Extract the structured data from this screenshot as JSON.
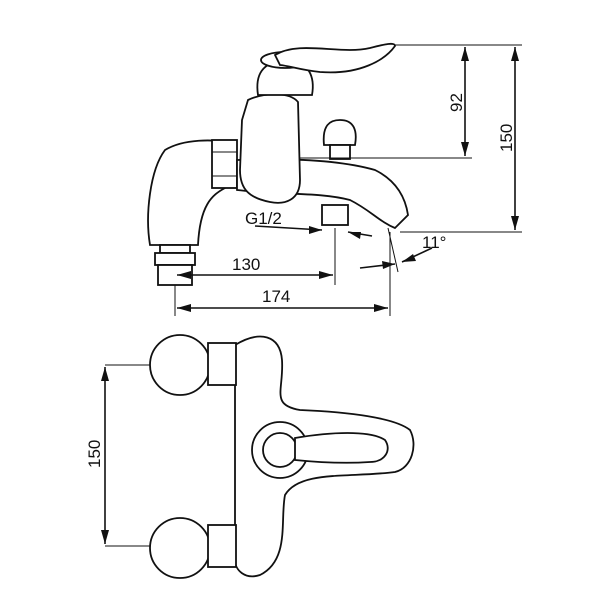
{
  "title": "Bath/shower mixer technical drawing",
  "side_view": {
    "dim_height_lever": "92",
    "dim_height_total": "150",
    "dim_thread": "G1/2",
    "dim_angle": "11°",
    "dim_spout_inner": "130",
    "dim_spout_outer": "174"
  },
  "plan_view": {
    "dim_inlet_spacing": "150"
  }
}
